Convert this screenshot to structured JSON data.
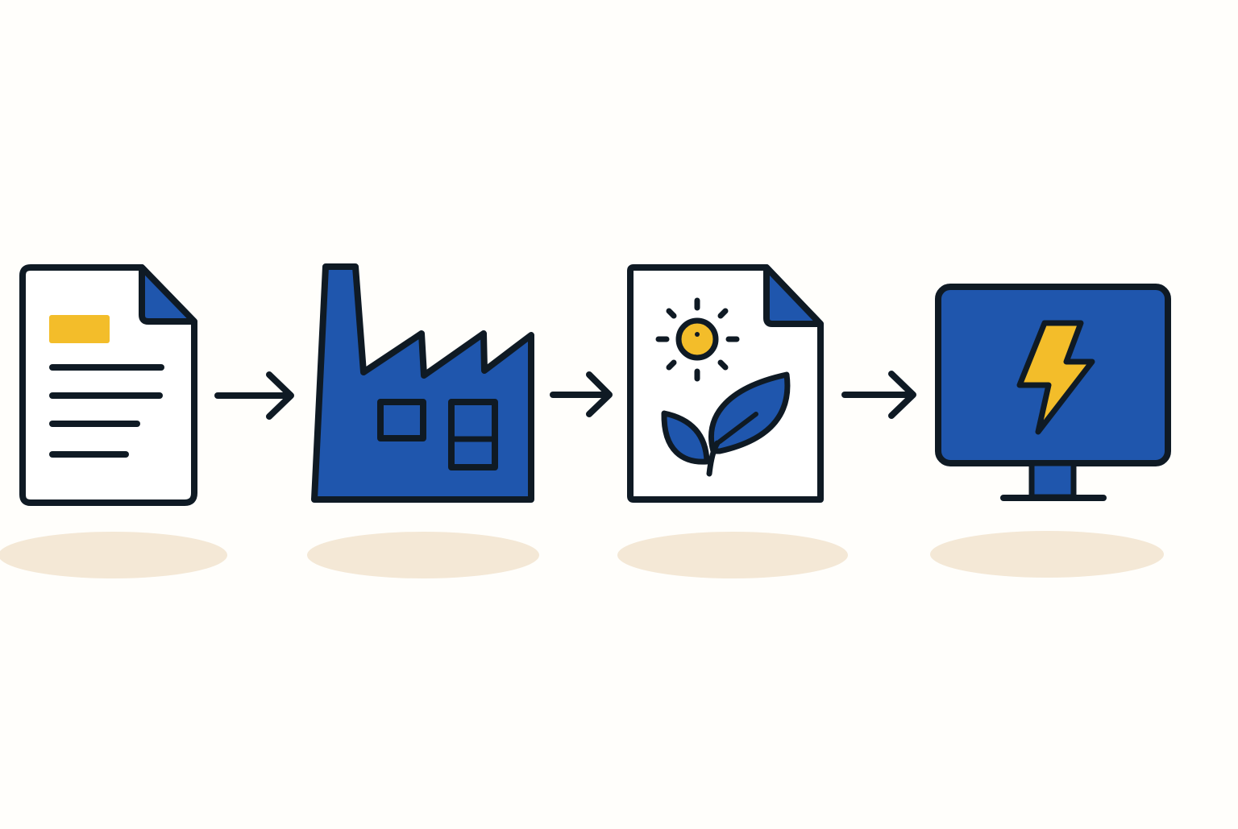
{
  "diagram": {
    "type": "process-flow",
    "direction": "left-to-right",
    "steps": [
      {
        "icon": "document-icon",
        "shadow": true
      },
      {
        "icon": "factory-icon",
        "shadow": true
      },
      {
        "icon": "eco-document-icon",
        "shadow": true
      },
      {
        "icon": "monitor-lightning-icon",
        "shadow": true
      }
    ],
    "connectors": [
      {
        "from": 0,
        "to": 1,
        "icon": "arrow-right-icon"
      },
      {
        "from": 1,
        "to": 2,
        "icon": "arrow-right-icon"
      },
      {
        "from": 2,
        "to": 3,
        "icon": "arrow-right-icon"
      }
    ]
  },
  "colors": {
    "background": "#fffefb",
    "outline": "#0f1a24",
    "blue": "#1f56ad",
    "yellow": "#f3bd2a",
    "paper": "#ffffff",
    "shadow": "#f4e8d6"
  }
}
